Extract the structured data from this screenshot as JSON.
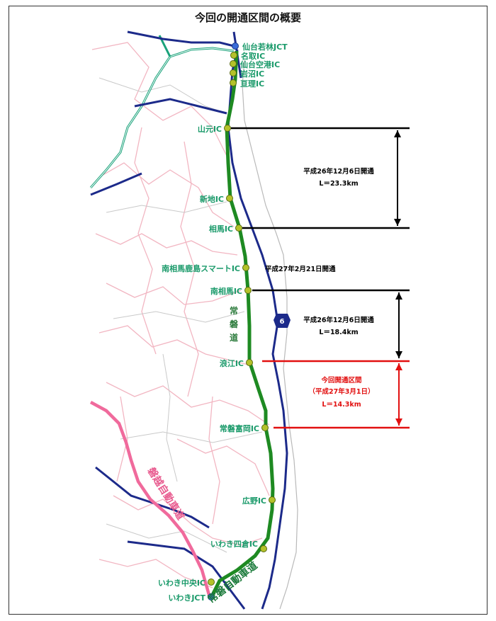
{
  "title": "今回の開通区間の概要",
  "interchanges": [
    {
      "id": "sendai-wakabayashi-jct",
      "label": "仙台若林JCT"
    },
    {
      "id": "natori",
      "label": "名取IC"
    },
    {
      "id": "sendai-airport",
      "label": "仙台空港IC"
    },
    {
      "id": "iwanuma",
      "label": "岩沼IC"
    },
    {
      "id": "watari",
      "label": "亘理IC"
    },
    {
      "id": "yamamoto",
      "label": "山元IC"
    },
    {
      "id": "shinchi",
      "label": "新地IC"
    },
    {
      "id": "soma",
      "label": "相馬IC"
    },
    {
      "id": "minamisoma-kashima",
      "label": "南相馬鹿島スマートIC"
    },
    {
      "id": "minamisoma",
      "label": "南相馬IC"
    },
    {
      "id": "namie",
      "label": "浪江IC"
    },
    {
      "id": "joban-tomioka",
      "label": "常磐富岡IC"
    },
    {
      "id": "hirono",
      "label": "広野IC"
    },
    {
      "id": "iwaki-yotsukura",
      "label": "いわき四倉IC"
    },
    {
      "id": "iwaki-chuo",
      "label": "いわき中央IC"
    },
    {
      "id": "iwaki-jct",
      "label": "いわきJCT"
    }
  ],
  "sections": {
    "s1": {
      "line1": "平成26年12月6日開通",
      "line2": "L＝23.3km"
    },
    "smart": {
      "line1": "平成27年2月21日開通"
    },
    "s2": {
      "line1": "平成26年12月6日開通",
      "line2": "L＝18.4km"
    },
    "current": {
      "line1": "今回開通区間",
      "line2": "（平成27年3月1日）",
      "line3": "L＝14.3km"
    }
  },
  "route_labels": {
    "joban_short": [
      "常",
      "磐",
      "道"
    ],
    "banetsu": "磐越自動車道",
    "joban_full": "常磐自動車道",
    "national_route": "6"
  },
  "colors": {
    "expressway": "#1e8a22",
    "national_road": "#1c2a8a",
    "banetsu": "#f06a9c",
    "other_expressway": "#19a27a",
    "boundary": "#f2b6c2",
    "current_section": "#e21010"
  }
}
